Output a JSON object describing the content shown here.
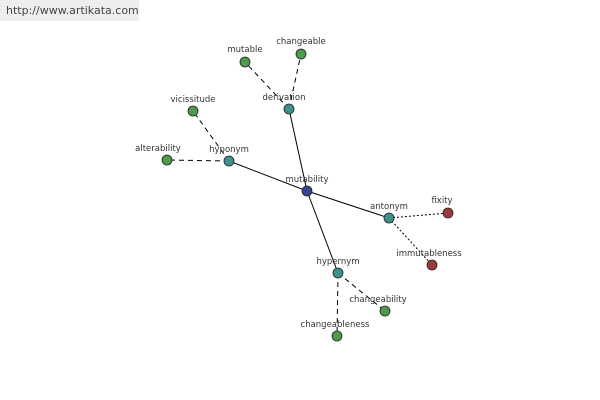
{
  "watermark": "http://www.artikata.com",
  "colors": {
    "center": "#38458f",
    "relation": "#3f8f8a",
    "synonym": "#4f9a4f",
    "antonym": "#9a3a3a",
    "solid_edge": "#000000",
    "dashed_edge": "#000000",
    "dotted_edge": "#000000"
  },
  "nodes": [
    {
      "id": "mutability",
      "label": "mutability",
      "kind": "center"
    },
    {
      "id": "derivation",
      "label": "derivation",
      "kind": "relation"
    },
    {
      "id": "hyponym",
      "label": "hyponym",
      "kind": "relation"
    },
    {
      "id": "antonym",
      "label": "antonym",
      "kind": "relation"
    },
    {
      "id": "hypernym",
      "label": "hypernym",
      "kind": "relation"
    },
    {
      "id": "mutable",
      "label": "mutable",
      "kind": "synonym"
    },
    {
      "id": "changeable",
      "label": "changeable",
      "kind": "synonym"
    },
    {
      "id": "vicissitude",
      "label": "vicissitude",
      "kind": "synonym"
    },
    {
      "id": "alterability",
      "label": "alterability",
      "kind": "synonym"
    },
    {
      "id": "fixity",
      "label": "fixity",
      "kind": "antonym"
    },
    {
      "id": "immutableness",
      "label": "immutableness",
      "kind": "antonym"
    },
    {
      "id": "changeability",
      "label": "changeability",
      "kind": "synonym"
    },
    {
      "id": "changeableness",
      "label": "changeableness",
      "kind": "synonym"
    }
  ],
  "edges": [
    {
      "from": "mutability",
      "to": "derivation",
      "style": "solid"
    },
    {
      "from": "mutability",
      "to": "hyponym",
      "style": "solid"
    },
    {
      "from": "mutability",
      "to": "antonym",
      "style": "solid"
    },
    {
      "from": "mutability",
      "to": "hypernym",
      "style": "solid"
    },
    {
      "from": "derivation",
      "to": "mutable",
      "style": "dashed"
    },
    {
      "from": "derivation",
      "to": "changeable",
      "style": "dashed"
    },
    {
      "from": "hyponym",
      "to": "vicissitude",
      "style": "dashed"
    },
    {
      "from": "hyponym",
      "to": "alterability",
      "style": "dashed"
    },
    {
      "from": "antonym",
      "to": "fixity",
      "style": "dotted"
    },
    {
      "from": "antonym",
      "to": "immutableness",
      "style": "dotted"
    },
    {
      "from": "hypernym",
      "to": "changeability",
      "style": "dashed"
    },
    {
      "from": "hypernym",
      "to": "changeableness",
      "style": "dashed"
    }
  ]
}
